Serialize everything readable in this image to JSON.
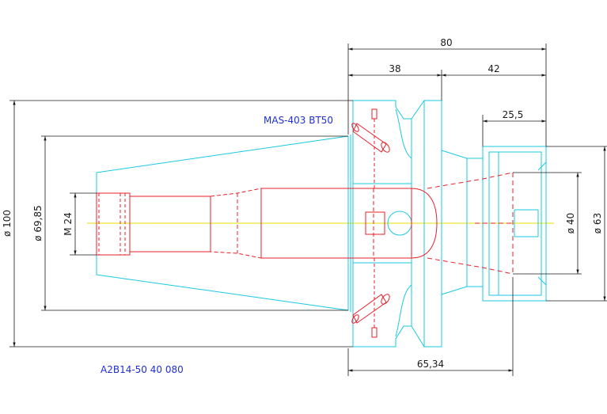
{
  "drawing": {
    "colors": {
      "outline": "#19c9e0",
      "hidden": "#e8202a",
      "dimension": "#1a1a1a",
      "centerline": "#e8e000",
      "note": "#2030d0"
    },
    "notes": {
      "standard": "MAS-403 BT50",
      "part_number": "A2B14-50 40 080"
    },
    "dimensions": {
      "overall_length": "80",
      "flange_length": "38",
      "nose_length": "42",
      "nut_length": "25,5",
      "gauge_length": "65,34",
      "taper_large_dia": "ø 69,85",
      "flange_dia": "ø 100",
      "thread": "M 24",
      "collet_dia": "ø 40",
      "nut_dia": "ø 63"
    }
  }
}
